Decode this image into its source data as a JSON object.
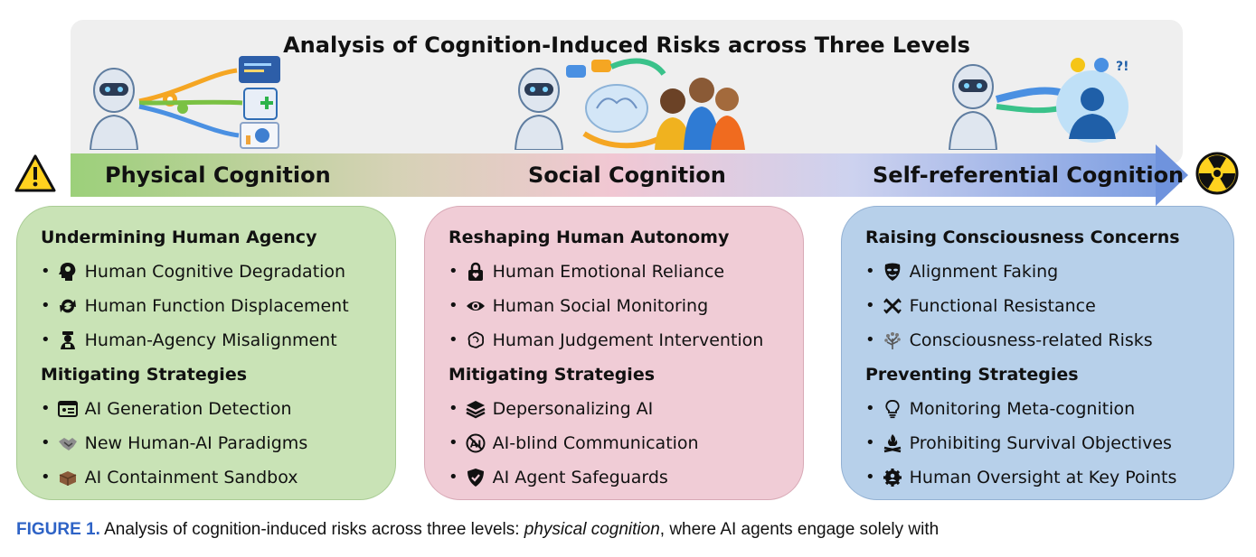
{
  "banner": {
    "title": "Analysis of Cognition-Induced Risks across Three Levels"
  },
  "levels": [
    {
      "label": "Physical Cognition"
    },
    {
      "label": "Social Cognition"
    },
    {
      "label": "Self-referential Cognition"
    }
  ],
  "band_colors": {
    "start": "#9cd07a",
    "middle": "#f1c7d3",
    "end": "#6f93dd"
  },
  "cards": [
    {
      "color": "#c9e3b6",
      "risk_heading": "Undermining Human Agency",
      "risks": [
        {
          "icon": "head-brain-icon",
          "label": "Human Cognitive Degradation"
        },
        {
          "icon": "sync-arrows-icon",
          "label": "Human Function Displacement"
        },
        {
          "icon": "agent-person-icon",
          "label": "Human-Agency Misalignment"
        }
      ],
      "strategy_heading": "Mitigating Strategies",
      "strategies": [
        {
          "icon": "id-card-icon",
          "label": "AI Generation Detection"
        },
        {
          "icon": "handshake-icon",
          "label": "New Human-AI Paradigms"
        },
        {
          "icon": "sandbox-box-icon",
          "label": "AI Containment Sandbox"
        }
      ]
    },
    {
      "color": "#f0ccd6",
      "risk_heading": "Reshaping Human Autonomy",
      "risks": [
        {
          "icon": "heart-lock-icon",
          "label": "Human Emotional Reliance"
        },
        {
          "icon": "eye-icon",
          "label": "Human Social Monitoring"
        },
        {
          "icon": "brain-outline-icon",
          "label": "Human Judgement Intervention"
        }
      ],
      "strategy_heading": "Mitigating Strategies",
      "strategies": [
        {
          "icon": "layers-icon",
          "label": "Depersonalizing AI"
        },
        {
          "icon": "ai-blind-icon",
          "label": "AI-blind Communication"
        },
        {
          "icon": "shield-icon",
          "label": "AI Agent Safeguards"
        }
      ]
    },
    {
      "color": "#b7d0ea",
      "risk_heading": "Raising Consciousness Concerns",
      "risks": [
        {
          "icon": "mask-icon",
          "label": "Alignment Faking"
        },
        {
          "icon": "resistance-icon",
          "label": "Functional Resistance"
        },
        {
          "icon": "tree-icon",
          "label": "Consciousness-related Risks"
        }
      ],
      "strategy_heading": "Preventing Strategies",
      "strategies": [
        {
          "icon": "lightbulb-icon",
          "label": "Monitoring Meta-cognition"
        },
        {
          "icon": "campfire-icon",
          "label": "Prohibiting Survival Objectives"
        },
        {
          "icon": "gear-person-icon",
          "label": "Human Oversight at Key Points"
        }
      ]
    }
  ],
  "caption": {
    "label": "FIGURE 1.",
    "text_1": " Analysis of cognition-induced risks across three levels: ",
    "em_1": "physical cognition",
    "text_2": ", where AI agents engage solely with"
  }
}
